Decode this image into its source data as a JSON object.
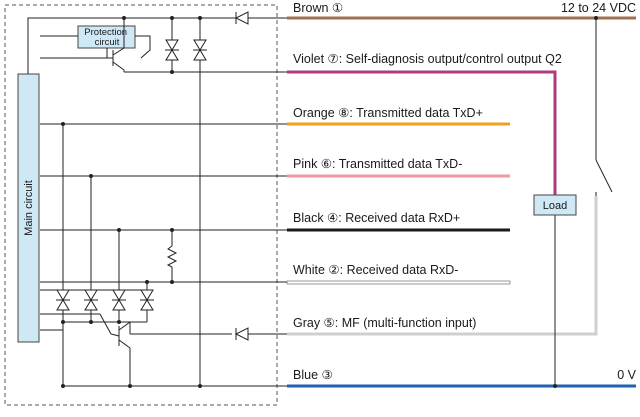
{
  "main_circuit_label": "Main circuit",
  "protection_circuit_label": "Protection\ncircuit",
  "load_label": "Load",
  "supply": {
    "positive": "12 to 24 VDC",
    "negative": "0 V"
  },
  "wires": [
    {
      "id": "brown",
      "label": "Brown ①",
      "color": "#a07050"
    },
    {
      "id": "violet",
      "label": "Violet ⑦: Self-diagnosis output/control output Q2",
      "color": "#b03a7a"
    },
    {
      "id": "orange",
      "label": "Orange ⑧: Transmitted data TxD+",
      "color": "#f0a020"
    },
    {
      "id": "pink",
      "label": "Pink ⑥: Transmitted data TxD-",
      "color": "#ee9aa0"
    },
    {
      "id": "black",
      "label": "Black ④: Received data RxD+",
      "color": "#1a1a1a"
    },
    {
      "id": "white",
      "label": "White ②: Received data RxD-",
      "color": "#ffffff"
    },
    {
      "id": "gray",
      "label": "Gray ⑤: MF (multi-function input)",
      "color": "#cfcfcf"
    },
    {
      "id": "blue",
      "label": "Blue ③",
      "color": "#1e62b0"
    }
  ]
}
